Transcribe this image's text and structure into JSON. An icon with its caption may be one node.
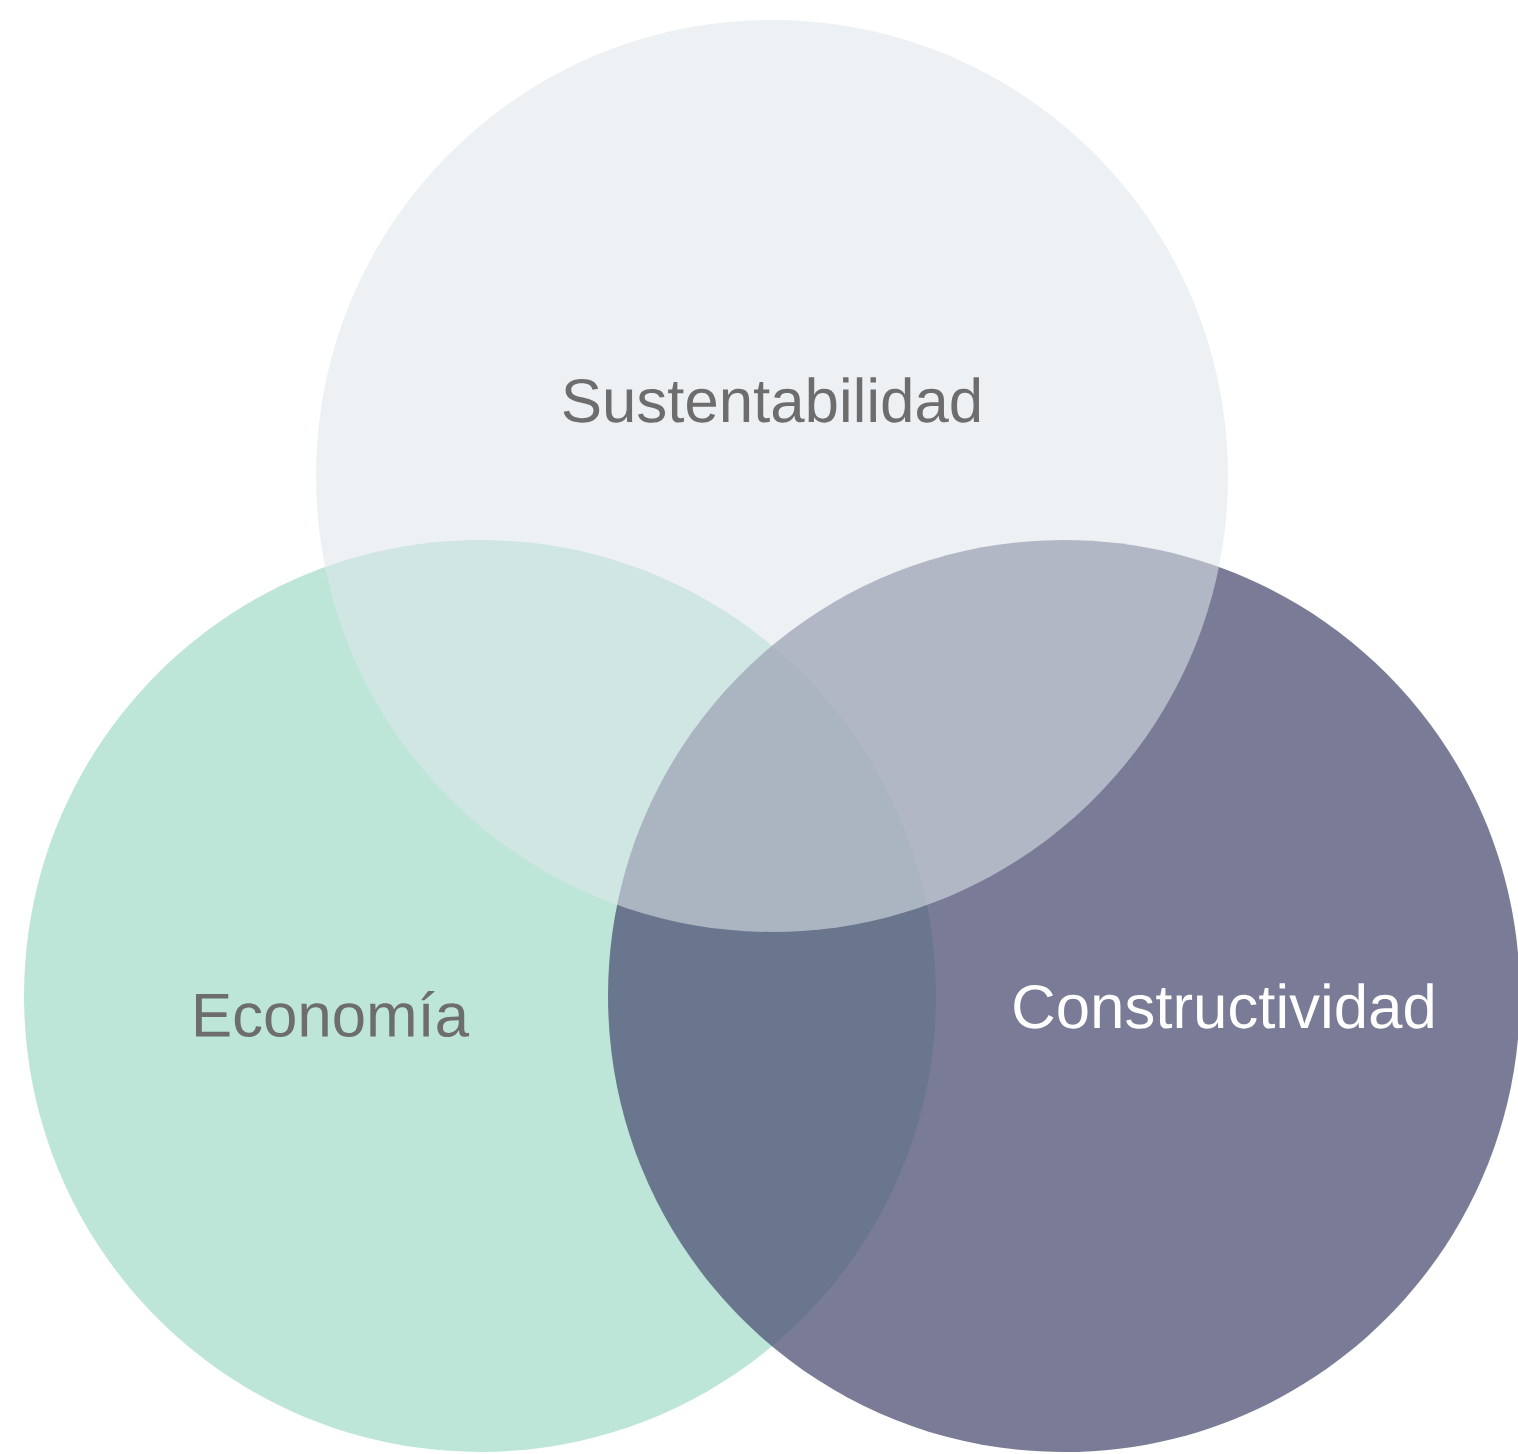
{
  "diagram": {
    "nodes": [
      {
        "text": [
          "Sustentabilidad"
        ]
      },
      {
        "text": [
          "Economía"
        ]
      },
      {
        "text": [
          "Constructividad"
        ]
      }
    ]
  }
}
